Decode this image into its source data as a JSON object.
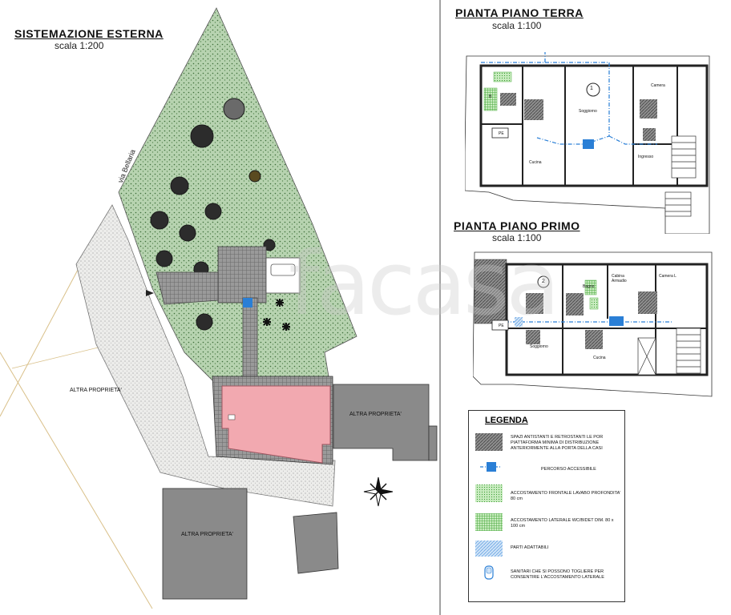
{
  "site_plan": {
    "title": "SISTEMAZIONE ESTERNA",
    "scale": "scala 1:200",
    "street": "via Bellaria",
    "other_property_left": "ALTRA PROPRIETA'",
    "other_property_right": "ALTRA PROPRIETA'",
    "other_property_bottom": "ALTRA PROPRIETA'"
  },
  "ground_floor": {
    "title": "PIANTA PIANO TERRA",
    "scale": "scala 1:100",
    "unit_number": "1",
    "rooms": {
      "camera": "Camera",
      "soggiorno": "Soggiorno",
      "cucina": "Cucina",
      "ingresso": "Ingresso",
      "b": "B",
      "pe": "PE"
    }
  },
  "first_floor": {
    "title": "PIANTA PIANO PRIMO",
    "scale": "scala 1:100",
    "unit_number": "2",
    "rooms": {
      "bagno": "Bagno",
      "cabina": "Cabina Armadio",
      "camera": "Camera L",
      "soggiorno": "Soggiorno",
      "cucina": "Cucina",
      "pe": "PE"
    }
  },
  "legend": {
    "title": "LEGENDA",
    "items": [
      {
        "icon": "dark-hatch-swatch",
        "text": "SPAZI ANTISTANTI E RETROSTANTI LE POR PIATTAFORMA MINIMA DI DISTRIBUZIONE ANTERIORMENTE ALLA PORTA DELLA CASI"
      },
      {
        "icon": "wheelchair-path-symbol",
        "text": "PERCORSO ACCESSIBILE"
      },
      {
        "icon": "green-dot-swatch",
        "text": "ACCOSTAMENTO FRONTALE LAVABO PROFONDITA' 80 cm"
      },
      {
        "icon": "green-grid-swatch",
        "text": "ACCOSTAMENTO LATERALE WC/BIDET DIM. 80 x 100 cm"
      },
      {
        "icon": "blue-hatch-swatch",
        "text": "PARTI ADATTABILI"
      },
      {
        "icon": "sanitary-fixture-symbol",
        "text": "SANITARI CHE SI POSSONO TOGLIERE PER CONSENTIRE L'ACCOSTAMENTO LATERALE"
      }
    ]
  },
  "watermark": "facasa",
  "colors": {
    "garden": "#9fbf9a",
    "gravel": "#e6e6e0",
    "building": "#f2a9b0",
    "other_property": "#8a8a8a",
    "hatch": "#555555",
    "access_blue": "#2a7fd6",
    "legend_green": "#7ac96a"
  }
}
